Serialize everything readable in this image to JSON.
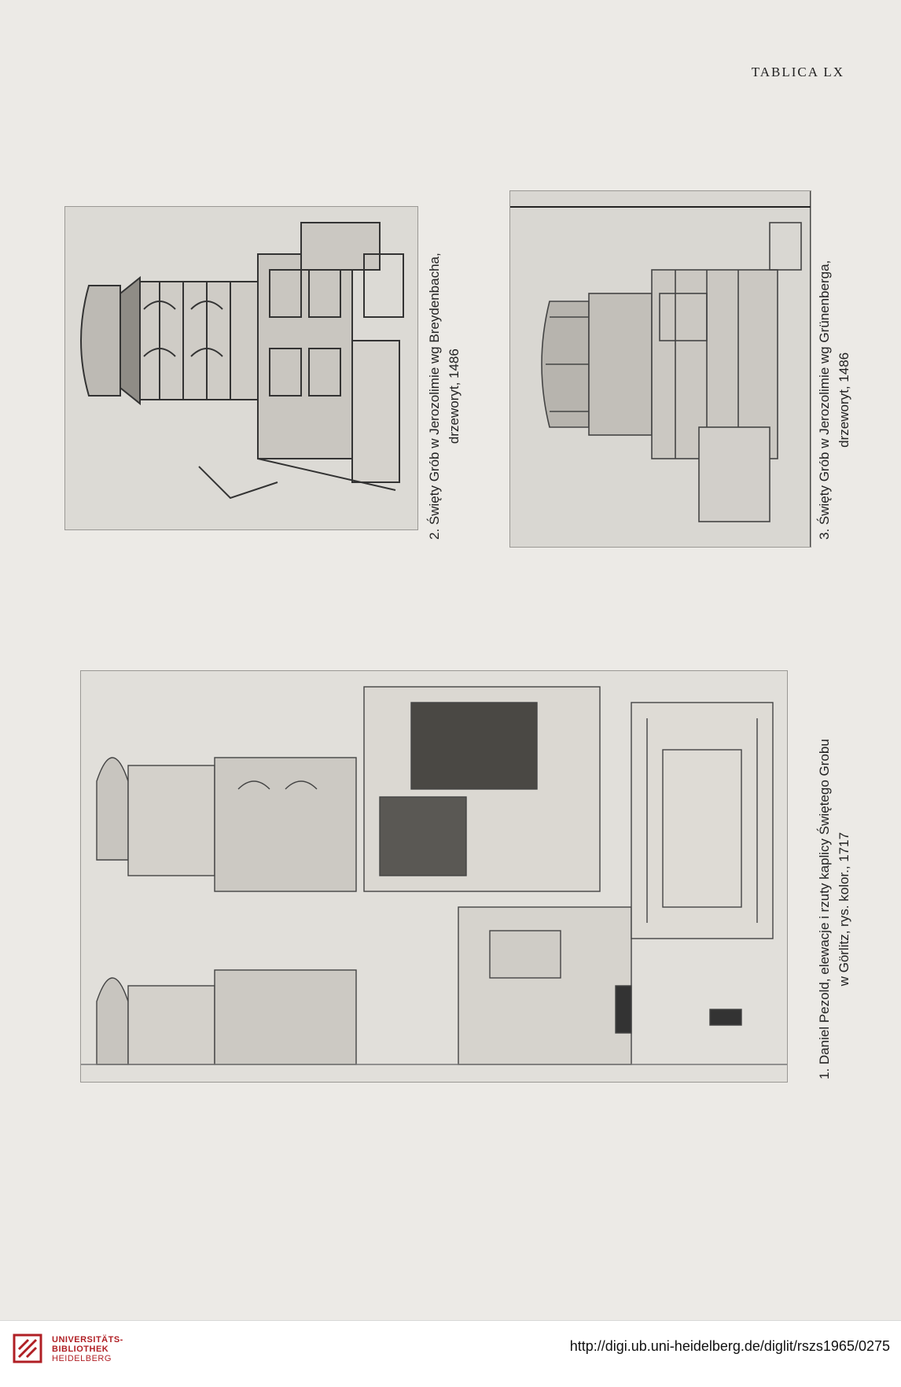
{
  "header": {
    "plate_title": "TABLICA LX"
  },
  "figures": [
    {
      "caption_line1": "2. Święty Grób w Jerozolimie wg Breydenbacha,",
      "caption_line2": "drzeworyt, 1486"
    },
    {
      "caption_line1": "3. Święty Grób w Jerozolimie wg Grünenberga,",
      "caption_line2": "drzeworyt, 1486"
    },
    {
      "caption_line1": "1. Daniel Pezold, elewacje i rzuty kaplicy Świętego Grobu",
      "caption_line2": "w Görlitz, rys. kolor., 1717"
    }
  ],
  "footer": {
    "logo_line1": "UNIVERSITÄTS-",
    "logo_line2": "BIBLIOTHEK",
    "logo_line3": "HEIDELBERG",
    "url": "http://digi.ub.uni-heidelberg.de/diglit/rszs1965/0275"
  },
  "colors": {
    "logo_red": "#b01f24",
    "paper": "#eceae6"
  }
}
